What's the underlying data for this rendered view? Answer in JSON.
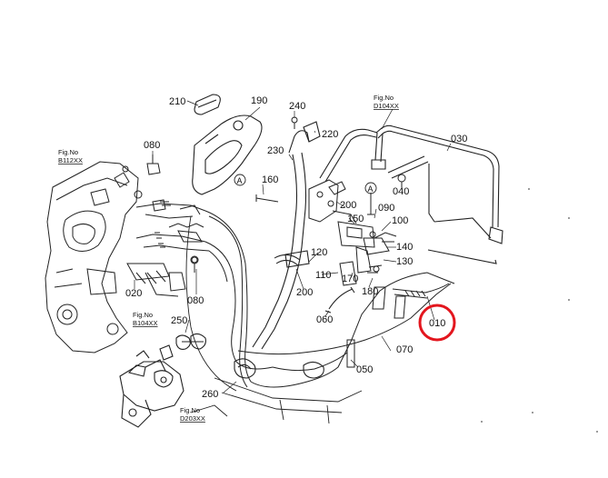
{
  "diagram": {
    "highlight_color": "#e3161e",
    "line_color": "#222222",
    "callouts": [
      {
        "id": "210",
        "text": "210"
      },
      {
        "id": "190",
        "text": "190"
      },
      {
        "id": "240",
        "text": "240"
      },
      {
        "id": "220",
        "text": "220"
      },
      {
        "id": "080a",
        "text": "080"
      },
      {
        "id": "230",
        "text": "230"
      },
      {
        "id": "160",
        "text": "160"
      },
      {
        "id": "030",
        "text": "030"
      },
      {
        "id": "040",
        "text": "040"
      },
      {
        "id": "200a",
        "text": "200"
      },
      {
        "id": "090",
        "text": "090"
      },
      {
        "id": "150",
        "text": "150"
      },
      {
        "id": "100",
        "text": "100"
      },
      {
        "id": "140",
        "text": "140"
      },
      {
        "id": "120",
        "text": "120"
      },
      {
        "id": "130",
        "text": "130"
      },
      {
        "id": "110",
        "text": "110"
      },
      {
        "id": "170",
        "text": "170"
      },
      {
        "id": "180",
        "text": "180"
      },
      {
        "id": "200b",
        "text": "200"
      },
      {
        "id": "020",
        "text": "020"
      },
      {
        "id": "080b",
        "text": "080"
      },
      {
        "id": "060",
        "text": "060"
      },
      {
        "id": "010",
        "text": "010"
      },
      {
        "id": "250",
        "text": "250"
      },
      {
        "id": "070",
        "text": "070"
      },
      {
        "id": "050",
        "text": "050"
      },
      {
        "id": "260",
        "text": "260"
      }
    ],
    "markers": [
      {
        "id": "markerA1",
        "text": "A"
      },
      {
        "id": "markerA2",
        "text": "A"
      }
    ],
    "figure_refs": [
      {
        "id": "figD104",
        "label": "Fig.No",
        "number": "D104XX"
      },
      {
        "id": "figB112",
        "label": "Fig.No",
        "number": "B112XX"
      },
      {
        "id": "figB104",
        "label": "Fig.No",
        "number": "B104XX"
      },
      {
        "id": "figD203",
        "label": "Fig.No",
        "number": "D203XX"
      }
    ]
  }
}
